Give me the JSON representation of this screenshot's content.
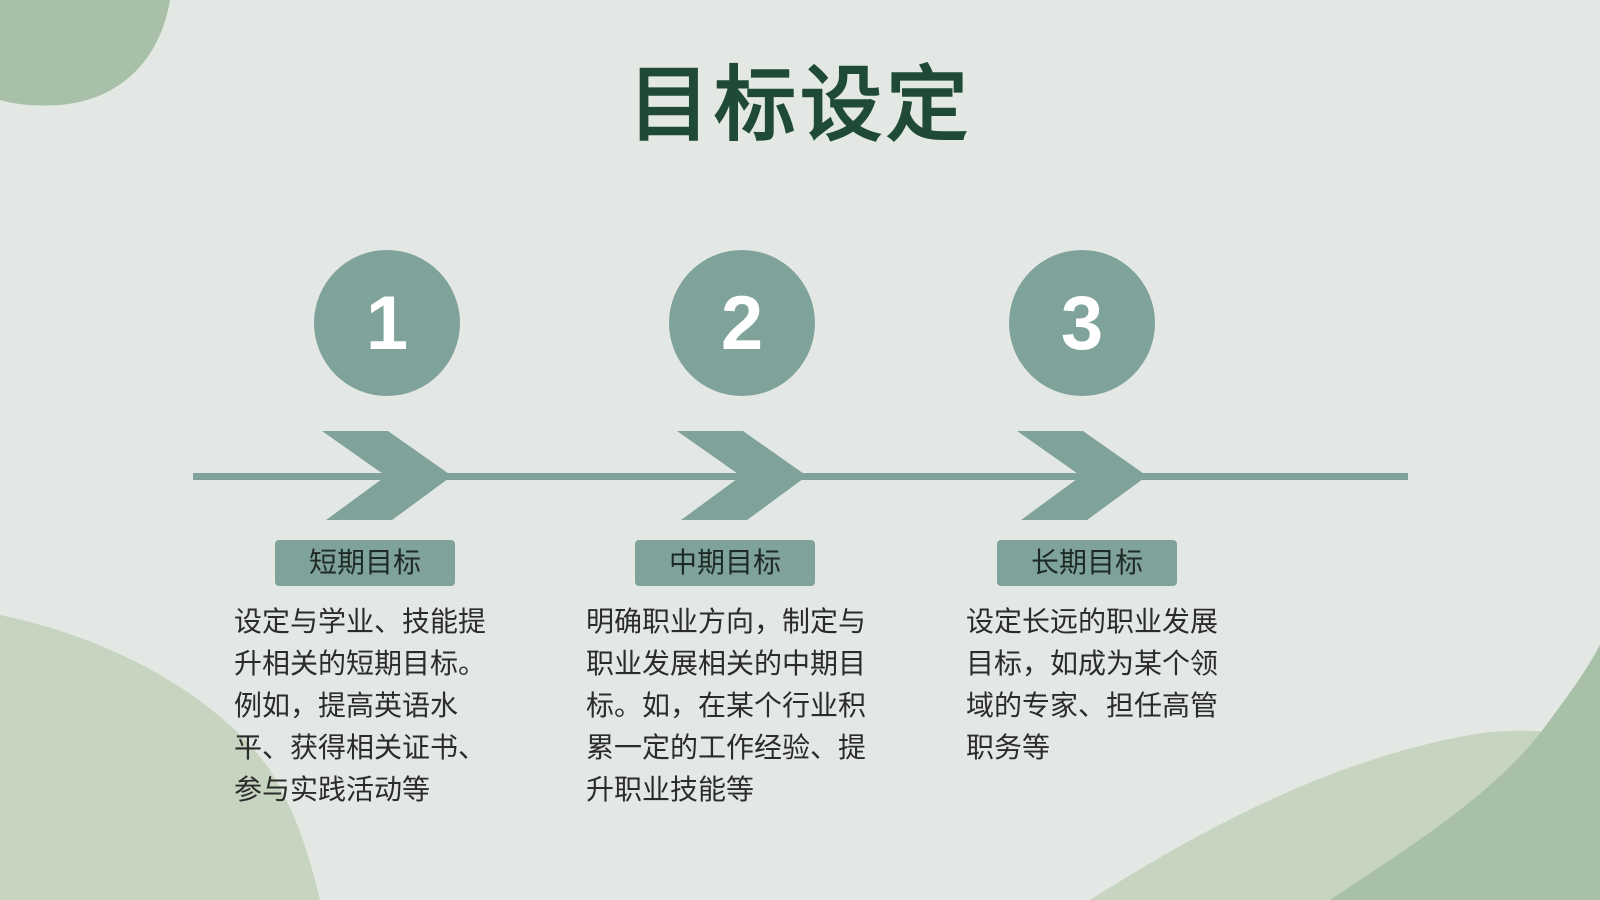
{
  "title": "目标设定",
  "colors": {
    "background": "#e4e8e4",
    "accent": "#7fa39b",
    "title": "#1f4a35",
    "blob_light": "#c7d4c0",
    "blob_mid": "#a8c0a7"
  },
  "steps": [
    {
      "number": "1",
      "label": "短期目标",
      "description": "设定与学业、技能提\n升相关的短期目标。\n例如，提高英语水\n平、获得相关证书、\n参与实践活动等"
    },
    {
      "number": "2",
      "label": "中期目标",
      "description": "明确职业方向，制定与\n职业发展相关的中期目\n标。如，在某个行业积\n累一定的工作经验、提\n升职业技能等"
    },
    {
      "number": "3",
      "label": "长期目标",
      "description": "设定长远的职业发展\n目标，如成为某个领\n域的专家、担任高管\n职务等"
    }
  ]
}
